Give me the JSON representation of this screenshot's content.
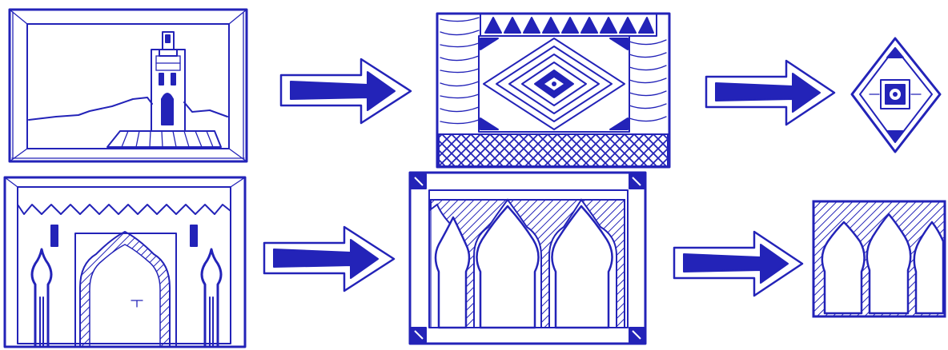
{
  "colors": {
    "ink": "#2323b8",
    "paper": "#ffffff"
  },
  "rows": [
    {
      "steps": [
        {
          "icon": "minaret-landscape-sketch"
        },
        {
          "icon": "arrow-right"
        },
        {
          "icon": "geometric-diamond-pattern-panel"
        },
        {
          "icon": "arrow-right"
        },
        {
          "icon": "diamond-motif"
        }
      ]
    },
    {
      "steps": [
        {
          "icon": "arched-doorway-sketch"
        },
        {
          "icon": "arrow-right"
        },
        {
          "icon": "triple-arch-panel"
        },
        {
          "icon": "arrow-right"
        },
        {
          "icon": "triple-arch-motif"
        }
      ]
    }
  ]
}
